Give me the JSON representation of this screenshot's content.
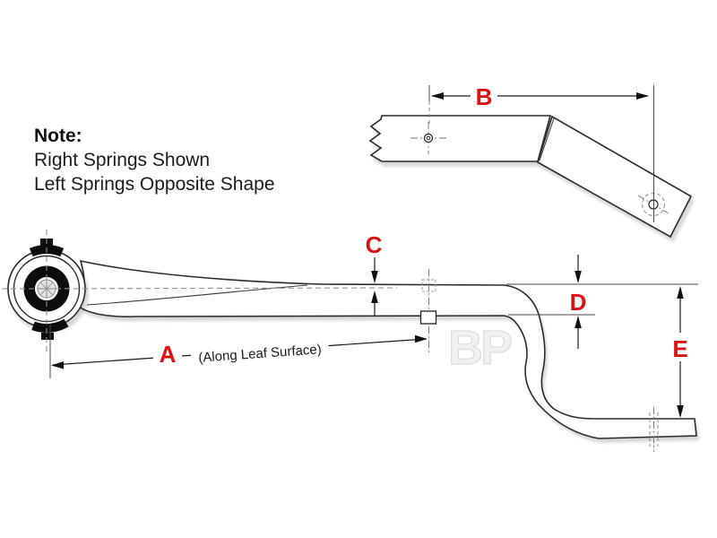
{
  "note": {
    "title": "Note:",
    "line1": "Right Springs Shown",
    "line2": "Left Springs Opposite Shape"
  },
  "dimensions": {
    "a": {
      "label": "A",
      "qualifier": "(Along  Leaf  Surface)"
    },
    "b": {
      "label": "B"
    },
    "c": {
      "label": "C"
    },
    "d": {
      "label": "D"
    },
    "e": {
      "label": "E"
    }
  },
  "watermark": {
    "text": "BP"
  },
  "colors": {
    "background": "#ffffff",
    "drawing_line": "#2b2b2b",
    "dimension_label_red": "#dd1111",
    "centerline_gray": "#909090",
    "shadow_gray": "#c9c9c9",
    "watermark_gray": "#e5e5e5",
    "bushing_black": "#0d0d0d"
  }
}
